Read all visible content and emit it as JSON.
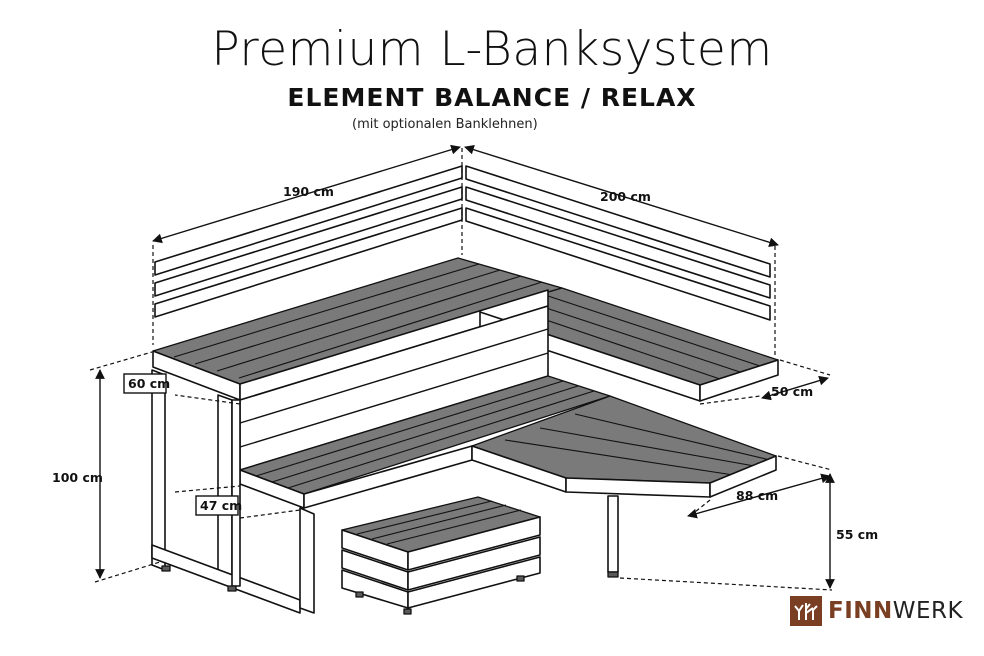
{
  "title": "Premium L-Banksystem",
  "subtitle": "ELEMENT BALANCE / RELAX",
  "note": "(mit optionalen Banklehnen)",
  "dimensions": {
    "back_left": "190 cm",
    "back_right": "200 cm",
    "upper_depth_left": "60 cm",
    "upper_depth_right": "50 cm",
    "height_total": "100 cm",
    "lower_depth_left": "47 cm",
    "lower_depth_right": "88 cm",
    "height_lower": "55 cm"
  },
  "brand": {
    "name_part1": "FINN",
    "name_part2": "WERK",
    "accent_color": "#7a3f22"
  },
  "colors": {
    "slat": "#7a7a7a",
    "outline": "#111111"
  }
}
